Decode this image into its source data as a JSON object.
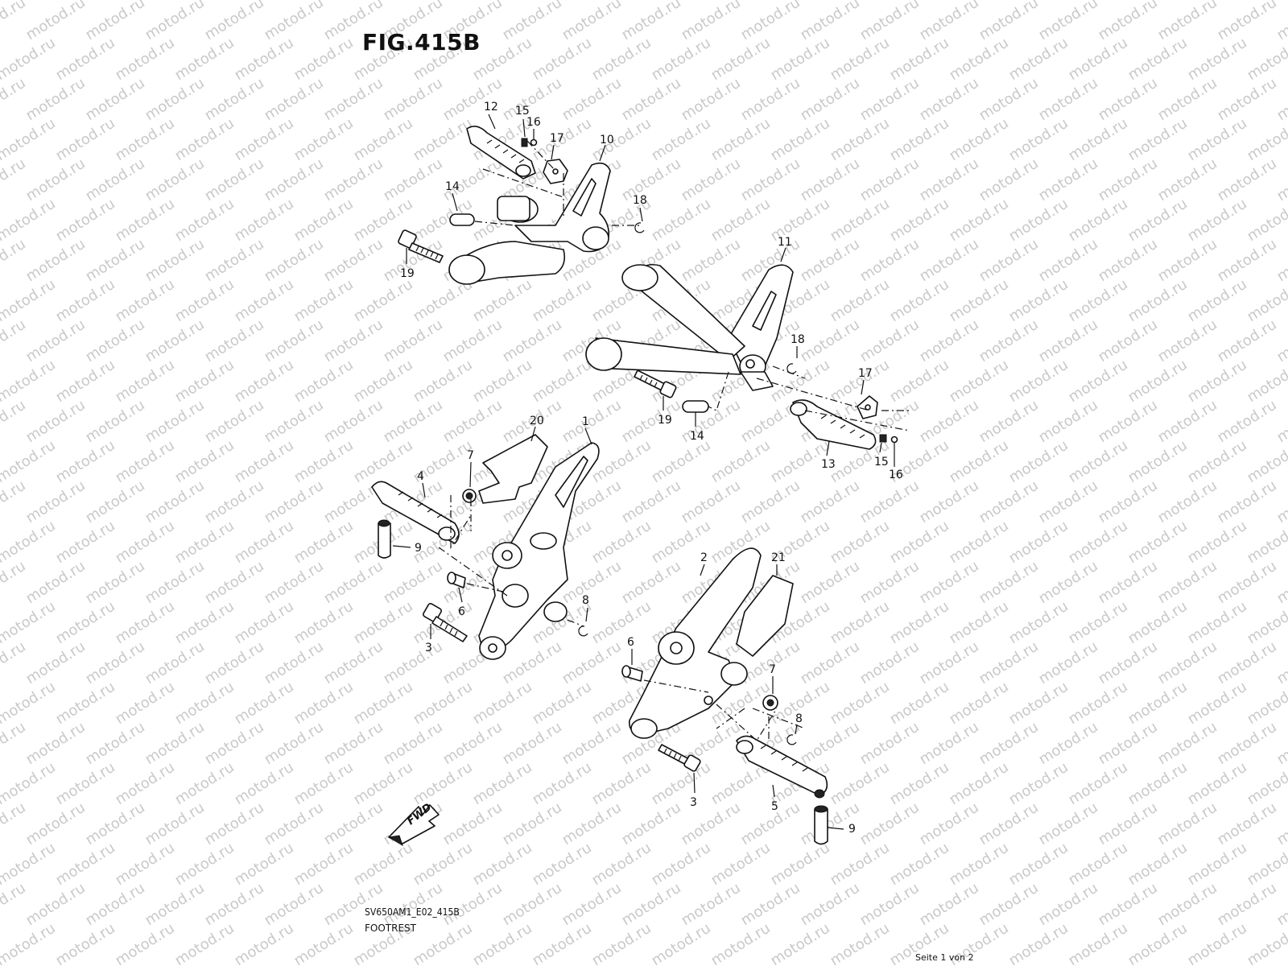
{
  "figure_title": "FIG.415B",
  "model_code": "SV650AM1_E02_415B",
  "section_name": "FOOTREST",
  "page_indicator": "Seite 1 von 2",
  "watermark_text": "motod.ru",
  "fwd_arrow_label": "FWD",
  "callouts": [
    {
      "id": "callout-12",
      "text": "12"
    },
    {
      "id": "callout-15a",
      "text": "15"
    },
    {
      "id": "callout-16a",
      "text": "16"
    },
    {
      "id": "callout-17a",
      "text": "17"
    },
    {
      "id": "callout-10",
      "text": "10"
    },
    {
      "id": "callout-14a",
      "text": "14"
    },
    {
      "id": "callout-18a",
      "text": "18"
    },
    {
      "id": "callout-19a",
      "text": "19"
    },
    {
      "id": "callout-11",
      "text": "11"
    },
    {
      "id": "callout-18b",
      "text": "18"
    },
    {
      "id": "callout-17b",
      "text": "17"
    },
    {
      "id": "callout-19b",
      "text": "19"
    },
    {
      "id": "callout-14b",
      "text": "14"
    },
    {
      "id": "callout-13",
      "text": "13"
    },
    {
      "id": "callout-15b",
      "text": "15"
    },
    {
      "id": "callout-16b",
      "text": "16"
    },
    {
      "id": "callout-20",
      "text": "20"
    },
    {
      "id": "callout-1",
      "text": "1"
    },
    {
      "id": "callout-7a",
      "text": "7"
    },
    {
      "id": "callout-4",
      "text": "4"
    },
    {
      "id": "callout-9a",
      "text": "9"
    },
    {
      "id": "callout-6a",
      "text": "6"
    },
    {
      "id": "callout-8a",
      "text": "8"
    },
    {
      "id": "callout-3a",
      "text": "3"
    },
    {
      "id": "callout-2",
      "text": "2"
    },
    {
      "id": "callout-21",
      "text": "21"
    },
    {
      "id": "callout-6b",
      "text": "6"
    },
    {
      "id": "callout-7b",
      "text": "7"
    },
    {
      "id": "callout-8b",
      "text": "8"
    },
    {
      "id": "callout-3b",
      "text": "3"
    },
    {
      "id": "callout-5",
      "text": "5"
    },
    {
      "id": "callout-9b",
      "text": "9"
    }
  ]
}
